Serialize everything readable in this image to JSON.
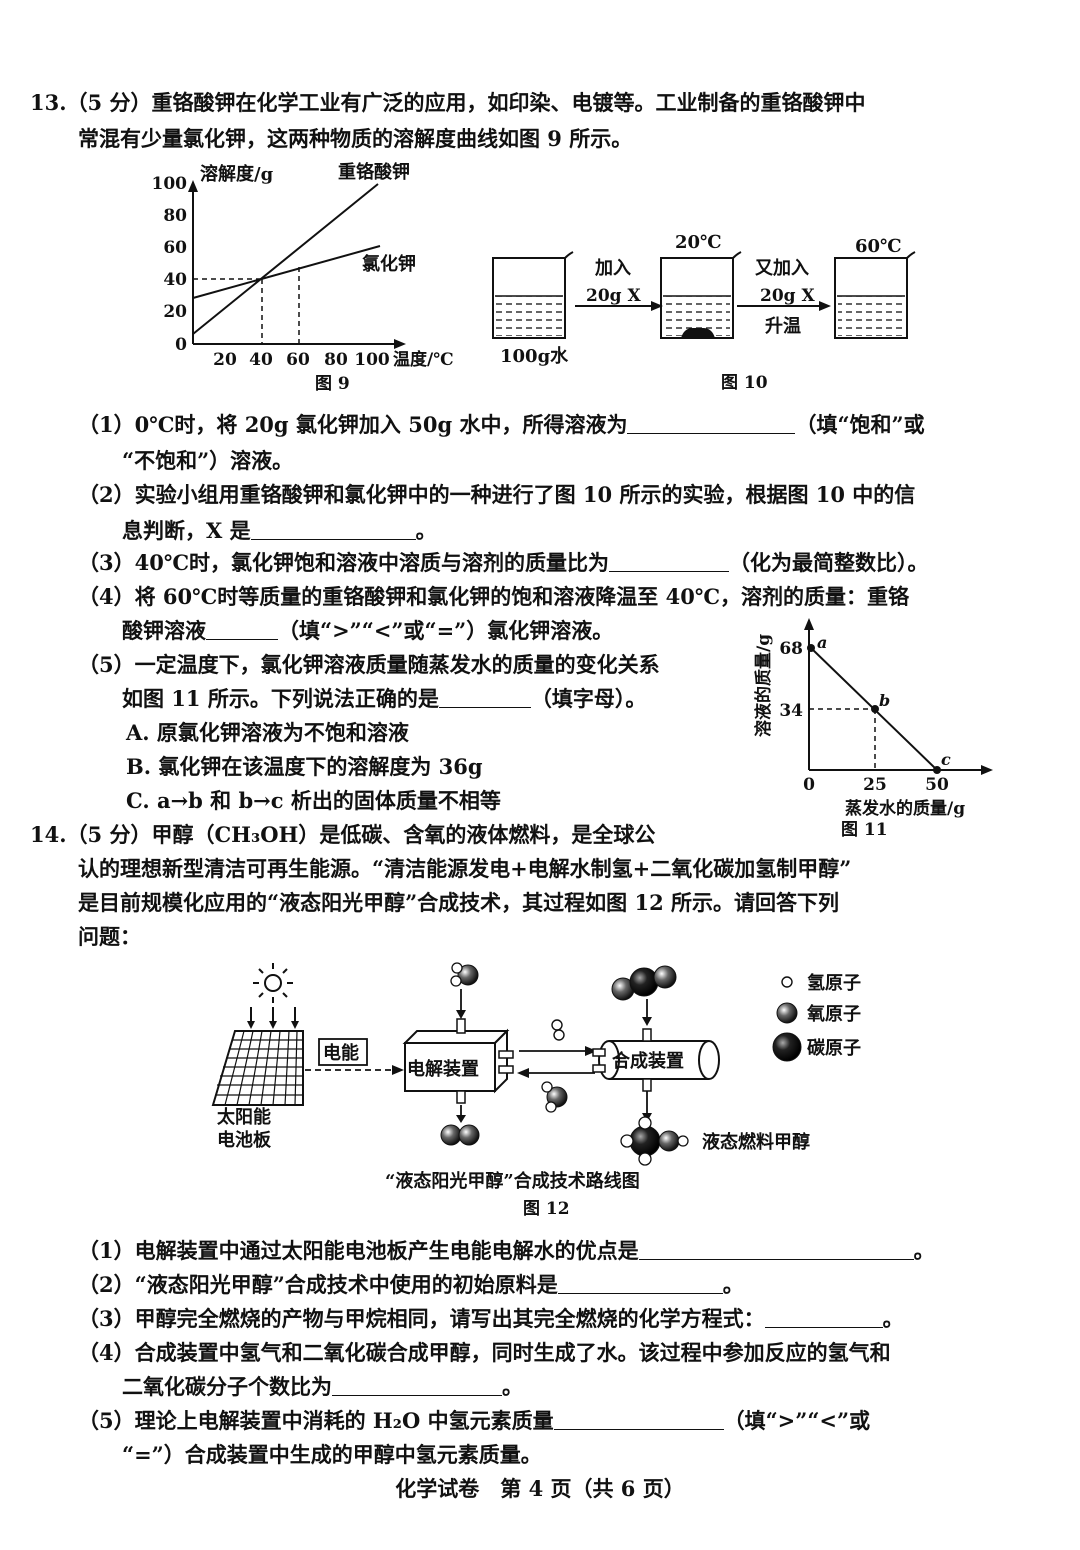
{
  "q13": {
    "intro_line1": "13.（5 分）重铬酸钾在化学工业有广泛的应用，如印染、电镀等。工业制备的重铬酸钾中",
    "intro_line2": "常混有少量氯化钾，这两种物质的溶解度曲线如图 9 所示。",
    "fig9": {
      "ylabel": "溶解度/g",
      "xlabel": "温度/℃",
      "y_ticks": [
        "100",
        "80",
        "60",
        "40",
        "20",
        "0"
      ],
      "x_ticks": [
        "20",
        "40",
        "60",
        "80",
        "100"
      ],
      "series1_label": "重铬酸钾",
      "series2_label": "氯化钾",
      "caption": "图 9"
    },
    "fig10": {
      "beaker1_label": "100g水",
      "arrow1_top": "加入",
      "arrow1_bottom": "20g X",
      "beaker2_temp": "20℃",
      "arrow2_top": "又加入",
      "arrow2_mid": "20g X",
      "arrow2_bottom": "升温",
      "beaker3_temp": "60℃",
      "caption": "图 10"
    },
    "p1_a": "（1）0℃时，将 20g 氯化钾加入 50g 水中，所得溶液为",
    "p1_b": "（填“饱和”或",
    "p1_c": "“不饱和”）溶液。",
    "p2_a": "（2）实验小组用重铬酸钾和氯化钾中的一种进行了图 10 所示的实验，根据图 10 中的信",
    "p2_b": "息判断，X 是",
    "p2_c": "。",
    "p3_a": "（3）40℃时，氯化钾饱和溶液中溶质与溶剂的质量比为",
    "p3_b": "（化为最简整数比）。",
    "p4_a": "（4）将 60℃时等质量的重铬酸钾和氯化钾的饱和溶液降温至 40℃，溶剂的质量：重铬",
    "p4_b": "酸钾溶液",
    "p4_c": "（填“>”“<”或“=”）氯化钾溶液。",
    "p5_a": "（5）一定温度下，氯化钾溶液质量随蒸发水的质量的变化关系",
    "p5_b": "如图 11 所示。下列说法正确的是",
    "p5_c": "（填字母）。",
    "optA": "A. 原氯化钾溶液为不饱和溶液",
    "optB": "B. 氯化钾在该温度下的溶解度为 36g",
    "optC": "C. a→b 和 b→c 析出的固体质量不相等",
    "fig11": {
      "ylabel": "溶液的质量/g",
      "xlabel": "蒸发水的质量/g",
      "y_ticks": [
        "68",
        "34"
      ],
      "x_ticks": [
        "0",
        "25",
        "50"
      ],
      "point_a": "a",
      "point_b": "b",
      "point_c": "c",
      "caption": "图 11"
    }
  },
  "q14": {
    "intro_line1": "14.（5 分）甲醇（CH₃OH）是低碳、含氧的液体燃料，是全球公",
    "intro_line2": "认的理想新型清洁可再生能源。“清洁能源发电+电解水制氢+二氧化碳加氢制甲醇”",
    "intro_line3": "是目前规模化应用的“液态阳光甲醇”合成技术，其过程如图 12 所示。请回答下列",
    "intro_line4": "问题：",
    "fig12": {
      "solar_label_1": "太阳能",
      "solar_label_2": "电池板",
      "energy_label": "电能",
      "electrolysis_label": "电解装置",
      "synthesis_label": "合成装置",
      "product_label": "液态燃料甲醇",
      "legend_h": "氢原子",
      "legend_o": "氧原子",
      "legend_c": "碳原子",
      "title": "“液态阳光甲醇”合成技术路线图",
      "caption": "图 12"
    },
    "p1_a": "（1）电解装置中通过太阳能电池板产生电能电解水的优点是",
    "p1_b": "。",
    "p2_a": "（2）“液态阳光甲醇”合成技术中使用的初始原料是",
    "p2_b": "。",
    "p3_a": "（3）甲醇完全燃烧的产物与甲烷相同，请写出其完全燃烧的化学方程式：",
    "p3_b": "。",
    "p4_a": "（4）合成装置中氢气和二氧化碳合成甲醇，同时生成了水。该过程中参加反应的氢气和",
    "p4_b": "二氧化碳分子个数比为",
    "p4_c": "。",
    "p5_a": "（5）理论上电解装置中消耗的 H₂O 中氢元素质量",
    "p5_b": "（填“>”“<”或",
    "p5_c": "“=”）合成装置中生成的甲醇中氢元素质量。"
  },
  "footer": "化学试卷　第 4 页（共 6 页）"
}
